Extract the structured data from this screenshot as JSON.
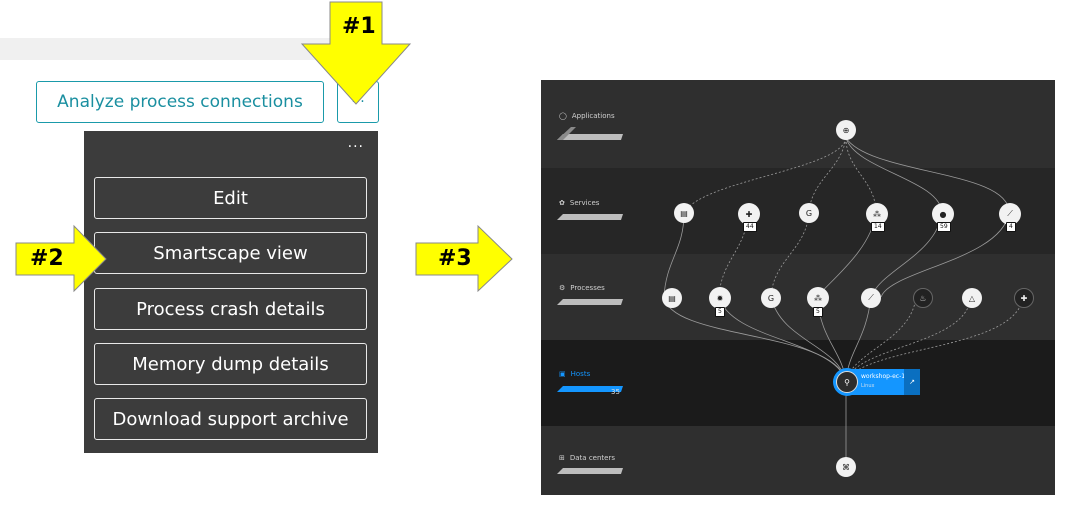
{
  "toolbar": {
    "analyze_label": "Analyze process connections",
    "more_label": "···"
  },
  "menu": {
    "dots": "···",
    "items": [
      {
        "label": "Edit"
      },
      {
        "label": "Smartscape view"
      },
      {
        "label": "Process crash details"
      },
      {
        "label": "Memory dump details"
      },
      {
        "label": "Download support archive"
      }
    ]
  },
  "callouts": {
    "c1": "#1",
    "c2": "#2",
    "c3": "#3",
    "color": "#ffff00"
  },
  "smartscape": {
    "layers": {
      "applications": "Applications",
      "services": "Services",
      "processes": "Processes",
      "hosts": "Hosts",
      "data_centers": "Data centers"
    },
    "hosts_count": "35",
    "service_badges": [
      "44",
      "14",
      "59",
      "4"
    ],
    "process_badges": [
      "5",
      "5"
    ],
    "host_card": {
      "name": "workshop-ec-1",
      "os": "Linux"
    },
    "colors": {
      "accent": "#1496ff",
      "background": "#2d2d2d"
    }
  }
}
